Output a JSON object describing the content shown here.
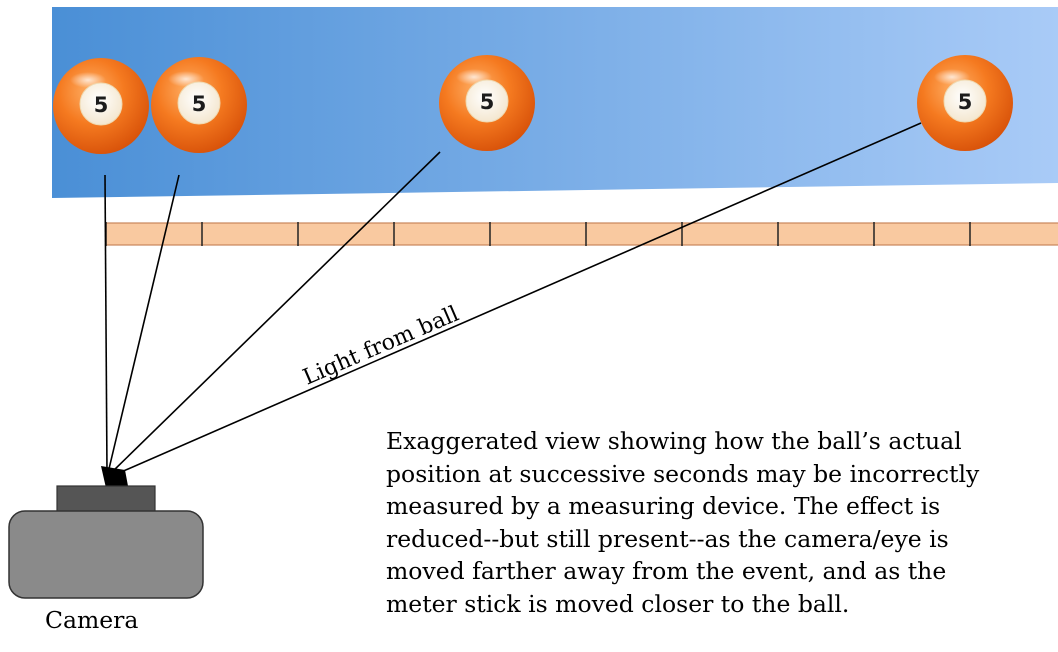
{
  "diagram": {
    "ball_number": "5",
    "light_label": "Light from ball",
    "caption": "Exaggerated view showing how the ball’s actual\nposition at successive seconds may be incorrectly\nmeasured by a measuring device. The effect is\nreduced--but still present--as the camera/eye is\nmoved farther away from the event, and as the\nmeter stick is moved closer to the ball.",
    "camera_label": "Camera",
    "colors": {
      "track_start": "#4a8fd6",
      "track_end": "#a9cbf7",
      "ball": "#f26a14",
      "meter_stick": "#f9c9a0",
      "camera_body": "#8a8a8a",
      "camera_lens": "#555555"
    }
  }
}
